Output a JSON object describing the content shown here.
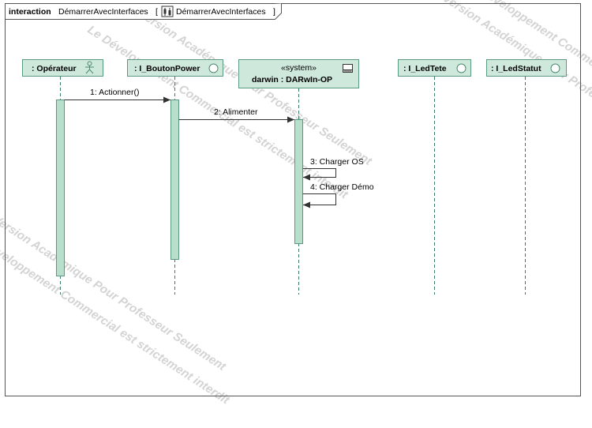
{
  "frame": {
    "keyword": "interaction",
    "name": "DémarrerAvecInterfaces",
    "ref_open": "[",
    "ref_name": "DémarrerAvecInterfaces",
    "ref_close": "]",
    "icon": "sequence-diagram-icon"
  },
  "lifelines": [
    {
      "id": "operateur",
      "label": ": Opérateur",
      "icon": "actor-icon"
    },
    {
      "id": "bouton",
      "label": ": I_BoutonPower",
      "icon": "interface-circle-icon"
    },
    {
      "id": "darwin",
      "stereotype": "«system»",
      "label": "darwin : DARwIn-OP",
      "icon": "system-box-icon"
    },
    {
      "id": "ledtete",
      "label": ": I_LedTete",
      "icon": "interface-circle-icon"
    },
    {
      "id": "ledstatut",
      "label": ": I_LedStatut",
      "icon": "interface-circle-icon"
    }
  ],
  "messages": [
    {
      "label": "1: Actionner()"
    },
    {
      "label": "2: Alimenter"
    },
    {
      "label": "3: Charger OS"
    },
    {
      "label": "4: Charger Démo"
    }
  ],
  "watermark": {
    "lines": [
      "Le Développement Commercial est strictement interdit",
      "Version Académique Pour Professeur Seulement"
    ]
  },
  "colors": {
    "lifeline_fill": "#cfe8dc",
    "lifeline_stroke": "#5a9a80",
    "activation_fill": "#b7dfcb",
    "frame_stroke": "#555555"
  }
}
